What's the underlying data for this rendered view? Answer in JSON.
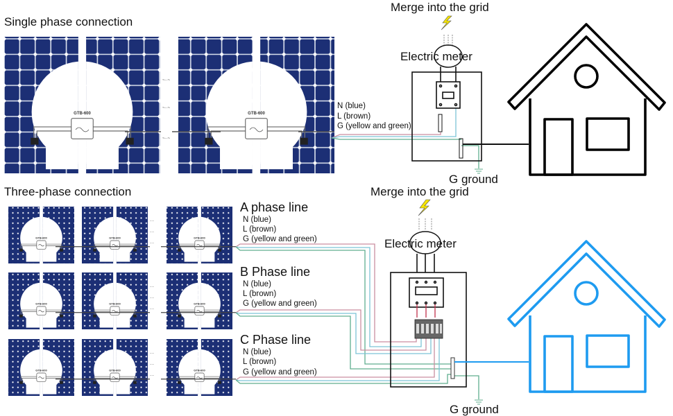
{
  "single_phase": {
    "title": "Single phase connection",
    "inverter_model": "GTB-600",
    "wires": [
      "N (blue)",
      "L (brown)",
      "G (yellow and  green)"
    ],
    "grid_label": "Merge into the grid",
    "meter_label": "Electric meter",
    "ground_label": "G ground",
    "house_color": "#000000"
  },
  "three_phase": {
    "title": "Three-phase connection",
    "inverter_model": "GTB-600",
    "phases": [
      {
        "title": "A phase line",
        "wires": [
          "N (blue)",
          "L (brown)",
          "G (yellow and  green)"
        ]
      },
      {
        "title": "B Phase line",
        "wires": [
          "N (blue)",
          "L (brown)",
          "G (yellow and  green)"
        ]
      },
      {
        "title": "C Phase line",
        "wires": [
          "N (blue)",
          "L (brown)",
          "G (yellow and  green)"
        ]
      }
    ],
    "grid_label": "Merge into the grid",
    "meter_label": "Electric meter",
    "ground_label": "G ground",
    "house_color": "#1e9bf0"
  },
  "colors": {
    "panel": "#1c2f75",
    "panel_dot": "#ffffff",
    "wire_neutral": "#7cc4d6",
    "wire_live": "#c98ea0",
    "wire_ground": "#5fae8e",
    "wire_live_red": "#c0304a",
    "bolt": "#f5e400"
  },
  "icons": {
    "bolt": "lightning-bolt-icon",
    "ground": "ground-symbol-icon",
    "house": "house-icon",
    "meter": "electric-meter-icon",
    "inverter": "micro-inverter-icon",
    "panel": "solar-panel-icon"
  }
}
